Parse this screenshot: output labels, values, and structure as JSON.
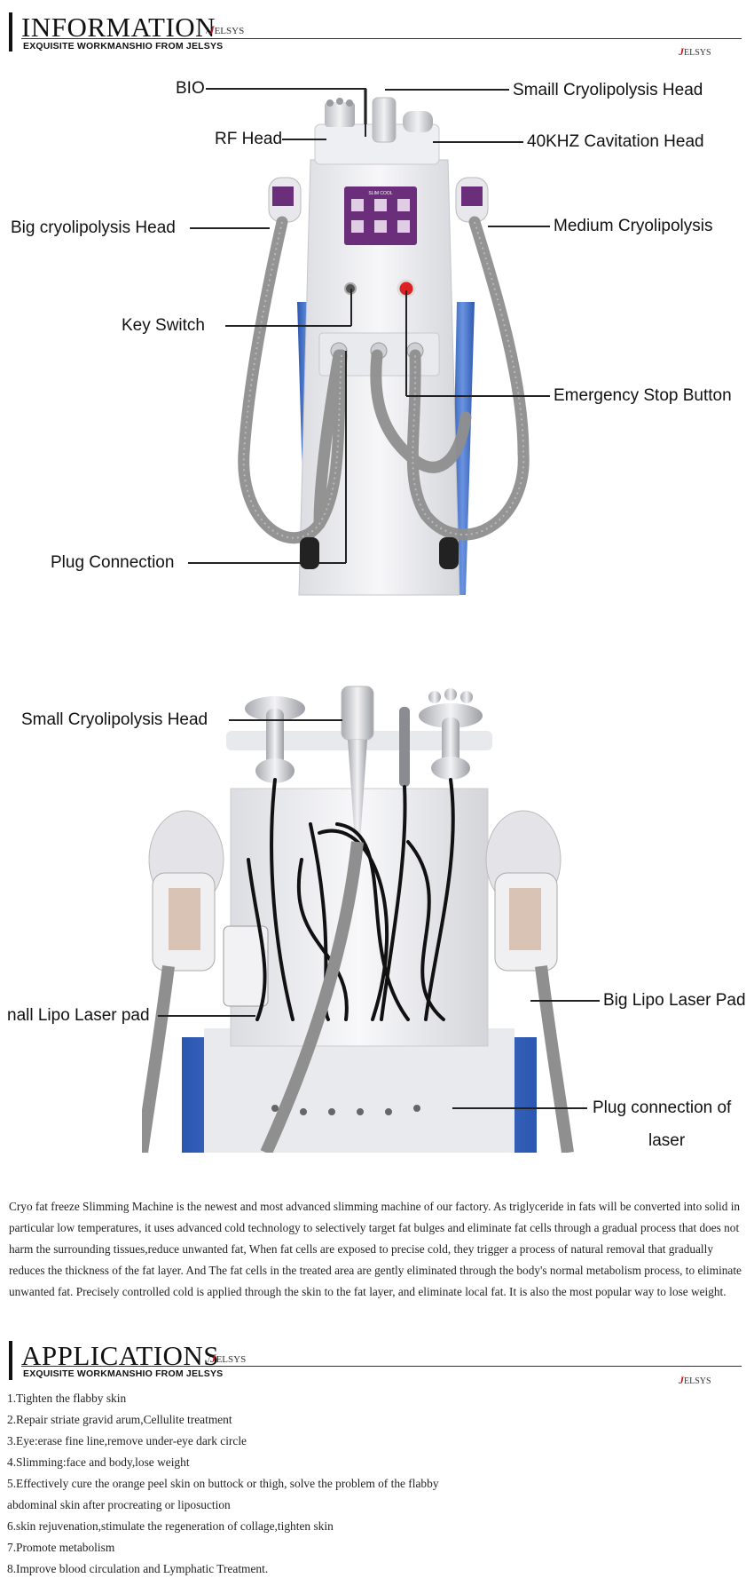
{
  "info_section": {
    "title": "INFORMATION",
    "slash": "/",
    "brand": "ELSYS",
    "subtitle": "EXQUISITE WORKMANSHIO FROM JELSYS",
    "logo": "ELSYS"
  },
  "photo1_labels": {
    "bio": "BIO",
    "small_cryo_head": "Smaill Cryolipolysis Head",
    "rf_head": "RF Head",
    "cavitation_head": "40KHZ Cavitation Head",
    "big_cryo_head": "Big cryolipolysis Head",
    "medium_cryo": "Medium Cryolipolysis",
    "key_switch": "Key Switch",
    "emergency_stop": "Emergency Stop Button",
    "plug_connection": "Plug Connection"
  },
  "screen_title": "SLIM COOL",
  "photo2_labels": {
    "small_cryo_head": "Small Cryolipolysis  Head",
    "small_lipo_pad": "nall Lipo Laser pad",
    "big_lipo_pad": "Big Lipo Laser Pad",
    "plug_laser_line1": "Plug connection of",
    "plug_laser_line2": "laser"
  },
  "description": "Cryo fat freeze Slimming Machine is the newest and most advanced slimming machine of our factory. As triglyceride in fats will be converted into solid in particular low temperatures, it uses advanced cold technology to selectively target fat bulges and eliminate fat cells through a gradual process that does not harm the surrounding tissues,reduce unwanted fat, When fat cells are exposed to precise cold, they trigger a process of natural removal that gradually reduces the thickness of the fat layer. And The fat cells in the treated area are gently eliminated through the body's normal metabolism process, to eliminate unwanted fat. Precisely controlled cold is applied through the skin to the fat layer, and eliminate local fat. It is also the most popular way to lose weight.",
  "applications_section": {
    "title": "APPLICATIONS",
    "slash": "/",
    "brand": "ELSYS",
    "subtitle": "EXQUISITE WORKMANSHIO FROM JELSYS",
    "logo": "ELSYS"
  },
  "applications": [
    "1.Tighten the flabby skin",
    "2.Repair striate gravid arum,Cellulite treatment",
    "3.Eye:erase fine line,remove under-eye dark circle",
    "4.Slimming:face and body,lose weight",
    "5.Effectively cure the orange peel skin on buttock or thigh, solve the problem of the flabby",
    "abdominal skin after procreating or liposuction",
    "6.skin rejuvenation,stimulate the regeneration of collage,tighten skin",
    "7.Promote metabolism",
    "8.Improve blood circulation and Lymphatic Treatment."
  ],
  "colors": {
    "brand_red": "#c0171c",
    "machine_blue": "#3f6fc6",
    "cable_gray": "#8f8f8f",
    "screen_purple": "#6a2e7a"
  }
}
